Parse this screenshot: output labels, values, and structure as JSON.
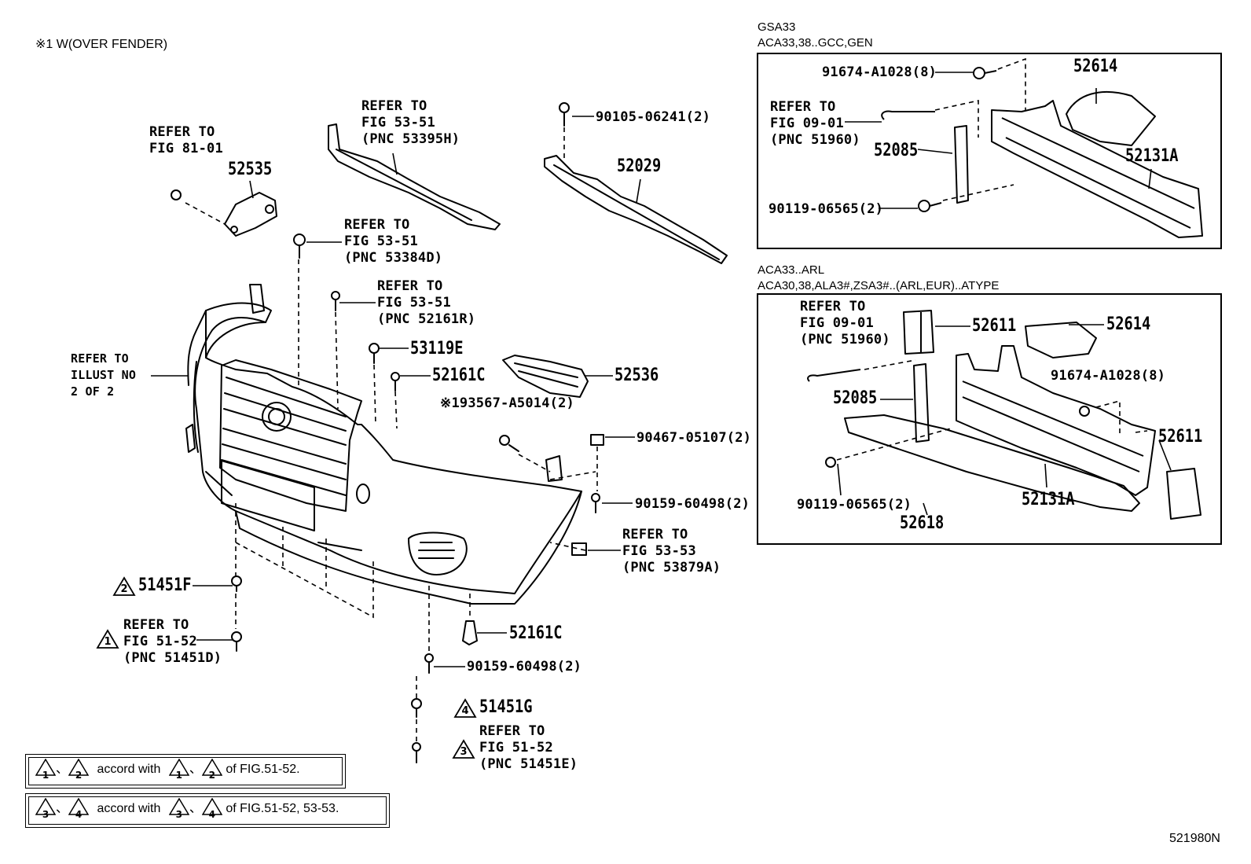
{
  "header": {
    "note": "※1 W(OVER FENDER)"
  },
  "diagram_id": "521980N",
  "left": {
    "r1": "REFER TO\nFIG 81-01",
    "p52535": "52535",
    "r2": "REFER TO\nFIG 53-51\n(PNC 53395H)",
    "p90105": "90105-06241(2)",
    "p52029": "52029",
    "r3": "REFER TO\nFIG 53-51\n(PNC 53384D)",
    "r4": "REFER TO\nFIG 53-51\n(PNC 52161R)",
    "p53119E": "53119E",
    "p52161C_a": "52161C",
    "p52536": "52536",
    "r5": "REFER TO\nILLUST NO\n2 OF 2",
    "p93567": "※193567-A5014(2)",
    "p90467": "90467-05107(2)",
    "p90159_a": "90159-60498(2)",
    "r6": "REFER TO\nFIG 53-53\n(PNC 53879A)",
    "p51451F": "51451F",
    "tri2": "2",
    "r7": "REFER TO\nFIG 51-52\n(PNC 51451D)",
    "tri1": "1",
    "p52161C_b": "52161C",
    "p90159_b": "90159-60498(2)",
    "p51451G": "51451G",
    "tri4": "4",
    "r8": "REFER TO\nFIG 51-52\n(PNC 51451E)",
    "tri3": "3"
  },
  "notes": [
    {
      "a": "1",
      "b": "2",
      "sep": "、",
      "mid": "accord with",
      "c": "1",
      "d": "2",
      "tail": "of FIG.51-52."
    },
    {
      "a": "3",
      "b": "4",
      "sep": "、",
      "mid": "accord with",
      "c": "3",
      "d": "4",
      "tail": "of FIG.51-52, 53-53."
    }
  ],
  "box1": {
    "title1": "GSA33",
    "title2": "ACA33,38..GCC,GEN",
    "p91674": "91674-A1028(8)",
    "p52614": "52614",
    "r1": "REFER TO\nFIG 09-01\n(PNC 51960)",
    "p52085": "52085",
    "p52131A": "52131A",
    "p90119": "90119-06565(2)"
  },
  "box2": {
    "title1": "ACA33..ARL",
    "title2": "ACA30,38,ALA3#,ZSA3#..(ARL,EUR)..ATYPE",
    "r1": "REFER TO\nFIG 09-01\n(PNC 51960)",
    "p52611_a": "52611",
    "p52614": "52614",
    "p91674": "91674-A1028(8)",
    "p52085": "52085",
    "p52611_b": "52611",
    "p90119": "90119-06565(2)",
    "p52131A": "52131A",
    "p52618": "52618"
  }
}
